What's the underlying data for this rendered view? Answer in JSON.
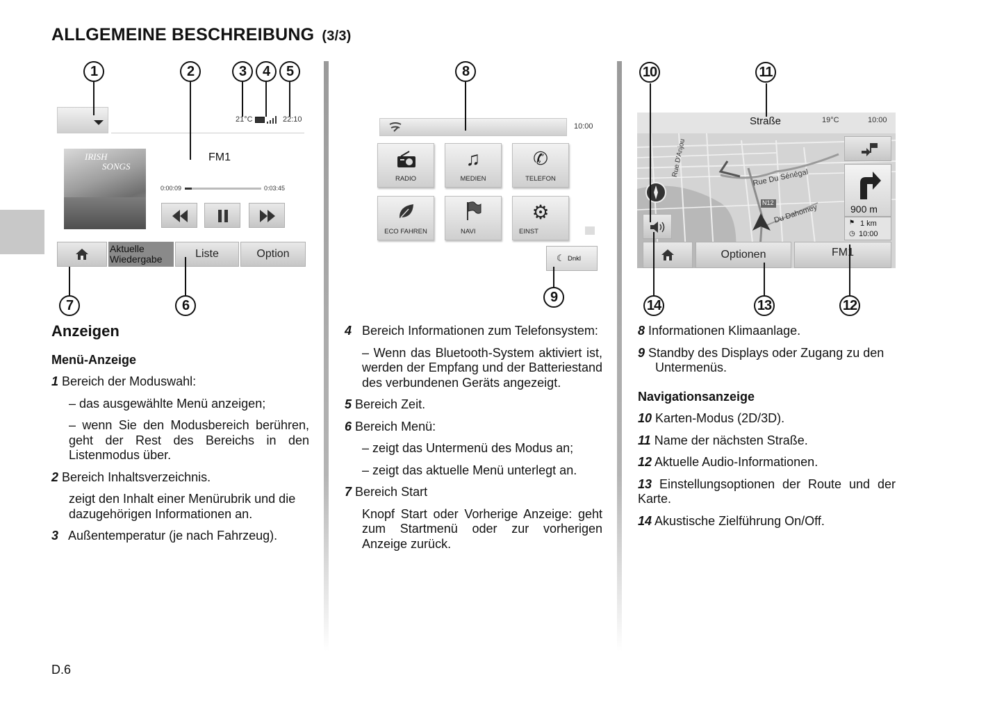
{
  "page": {
    "title": "ALLGEMEINE BESCHREIBUNG",
    "title_part": "(3/3)",
    "footer": "D.6"
  },
  "screen1": {
    "temp": "21°C",
    "time": "22:10",
    "source": "FM1",
    "album_line1": "IRISH",
    "album_line2": "SONGS",
    "time_elapsed": "0:00:09",
    "time_total": "0:03:45",
    "progress": 0.09,
    "tab_current": "Aktuelle Wiedergabe",
    "tab_list": "Liste",
    "tab_option": "Option"
  },
  "screen2": {
    "time": "10:00",
    "tiles": [
      "RADIO",
      "MEDIEN",
      "TELEFON",
      "ECO FAHREN",
      "NAVI",
      "EINST"
    ],
    "dnkl": "Dnkl"
  },
  "screen3": {
    "street": "Straße",
    "temp": "19°C",
    "time": "10:00",
    "map_labels": [
      "Rue Du Sénégal",
      "Du Dahomey",
      "N12",
      "Rue D'Anjou"
    ],
    "distance": "900 m",
    "dist_to_goal": "1 km",
    "eta": "10:00",
    "btn_optionen": "Optionen",
    "btn_fm1": "FM1"
  },
  "callouts": [
    "1",
    "2",
    "3",
    "4",
    "5",
    "6",
    "7",
    "8",
    "9",
    "10",
    "11",
    "12",
    "13",
    "14"
  ],
  "col1": {
    "heading": "Anzeigen",
    "subheading": "Menü-Anzeige",
    "i1_num": "1",
    "i1_text": "Bereich der Moduswahl:",
    "i1_b1": "–   das ausgewählte Menü anzeigen;",
    "i1_b2": "–   wenn Sie den Modusbereich berühren, geht der Rest des Bereichs in den Listenmodus über.",
    "i2_num": "2",
    "i2_text": "Bereich Inhaltsverzeichnis.",
    "i2_sub": "zeigt den Inhalt einer Menürubrik und die dazugehörigen Informationen an.",
    "i3_num": "3",
    "i3_text": "Außentemperatur (je nach Fahrzeug)."
  },
  "col2": {
    "i4_num": "4",
    "i4_text": "Bereich Informationen zum Telefonsystem:",
    "i4_b1": "–   Wenn das Bluetooth-System aktiviert ist, werden der Empfang und der Batteriestand des verbundenen Geräts angezeigt.",
    "i5_num": "5",
    "i5_text": "Bereich Zeit.",
    "i6_num": "6",
    "i6_text": "Bereich Menü:",
    "i6_b1": "–   zeigt das Untermenü des Modus an;",
    "i6_b2": "–   zeigt das aktuelle Menü unterlegt an.",
    "i7_num": "7",
    "i7_text": "Bereich Start",
    "i7_sub": "Knopf Start oder Vorherige Anzeige: geht zum Startmenü oder zur vorherigen Anzeige zurück."
  },
  "col3": {
    "i8_num": "8",
    "i8_text": "Informationen Klimaanlage.",
    "i9_num": "9",
    "i9_text": "Standby des Displays oder Zugang zu den Untermenüs.",
    "subheading": "Navigationsanzeige",
    "i10_num": "10",
    "i10_text": "Karten-Modus (2D/3D).",
    "i11_num": "11",
    "i11_text": "Name der nächsten Straße.",
    "i12_num": "12",
    "i12_text": "Aktuelle Audio-Informationen.",
    "i13_num": "13",
    "i13_text": "Einstellungsoptionen der Route und der Karte.",
    "i14_num": "14",
    "i14_text": "Akustische Zielführung On/Off."
  }
}
